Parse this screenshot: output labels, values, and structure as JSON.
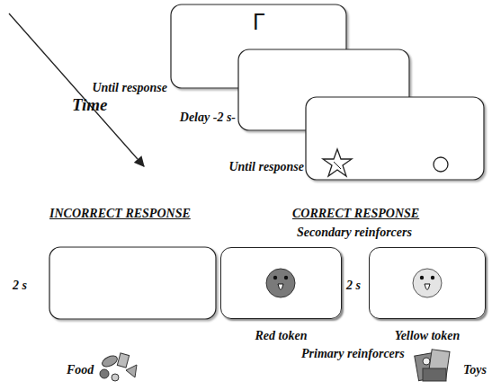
{
  "diagram": {
    "nodes": [
      {
        "text": [
          "Γ"
        ]
      },
      {
        "text": [
          "Red token"
        ]
      },
      {
        "text": [
          "Yellow token"
        ]
      }
    ],
    "labels": [
      "Until response",
      "Delay -2 s-",
      "Until response",
      "Time",
      "INCORRECT RESPONSE",
      "CORRECT RESPONSE",
      "Secondary reinforcers",
      "2 s",
      "2 s",
      "Primary reinforcers",
      "Food",
      "Toys"
    ]
  }
}
